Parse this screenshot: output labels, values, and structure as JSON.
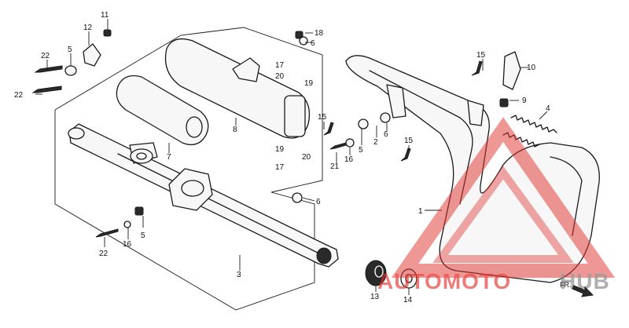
{
  "diagram": {
    "callouts": [
      {
        "id": "c-11a",
        "text": "11"
      },
      {
        "id": "c-12",
        "text": "12"
      },
      {
        "id": "c-5a",
        "text": "5"
      },
      {
        "id": "c-22a",
        "text": "22"
      },
      {
        "id": "c-22b",
        "text": "22"
      },
      {
        "id": "c-18a",
        "text": "18"
      },
      {
        "id": "c-6a",
        "text": "6"
      },
      {
        "id": "c-17a",
        "text": "17"
      },
      {
        "id": "c-20a",
        "text": "20"
      },
      {
        "id": "c-19a",
        "text": "19"
      },
      {
        "id": "c-15a",
        "text": "15"
      },
      {
        "id": "c-10",
        "text": "10"
      },
      {
        "id": "c-9",
        "text": "9"
      },
      {
        "id": "c-4",
        "text": "4"
      },
      {
        "id": "c-8",
        "text": "8"
      },
      {
        "id": "c-7",
        "text": "7"
      },
      {
        "id": "c-15b",
        "text": "15"
      },
      {
        "id": "c-2",
        "text": "2"
      },
      {
        "id": "c-6b",
        "text": "6"
      },
      {
        "id": "c-5b",
        "text": "5"
      },
      {
        "id": "c-16a",
        "text": "16"
      },
      {
        "id": "c-21",
        "text": "21"
      },
      {
        "id": "c-15c",
        "text": "15"
      },
      {
        "id": "c-19b",
        "text": "19"
      },
      {
        "id": "c-20b",
        "text": "20"
      },
      {
        "id": "c-17b",
        "text": "17"
      },
      {
        "id": "c-6c",
        "text": "6"
      },
      {
        "id": "c-1",
        "text": "1"
      },
      {
        "id": "c-5c",
        "text": "5"
      },
      {
        "id": "c-16b",
        "text": "16"
      },
      {
        "id": "c-22c",
        "text": "22"
      },
      {
        "id": "c-3",
        "text": "3"
      },
      {
        "id": "c-13",
        "text": "13"
      },
      {
        "id": "c-14",
        "text": "14"
      }
    ],
    "front_arrow_label": "FR."
  },
  "watermark": {
    "text_part1": "AUTOMOTO",
    "text_part2": "HUB",
    "color_red": "#e0322d",
    "color_gray": "#8a8a8a"
  }
}
